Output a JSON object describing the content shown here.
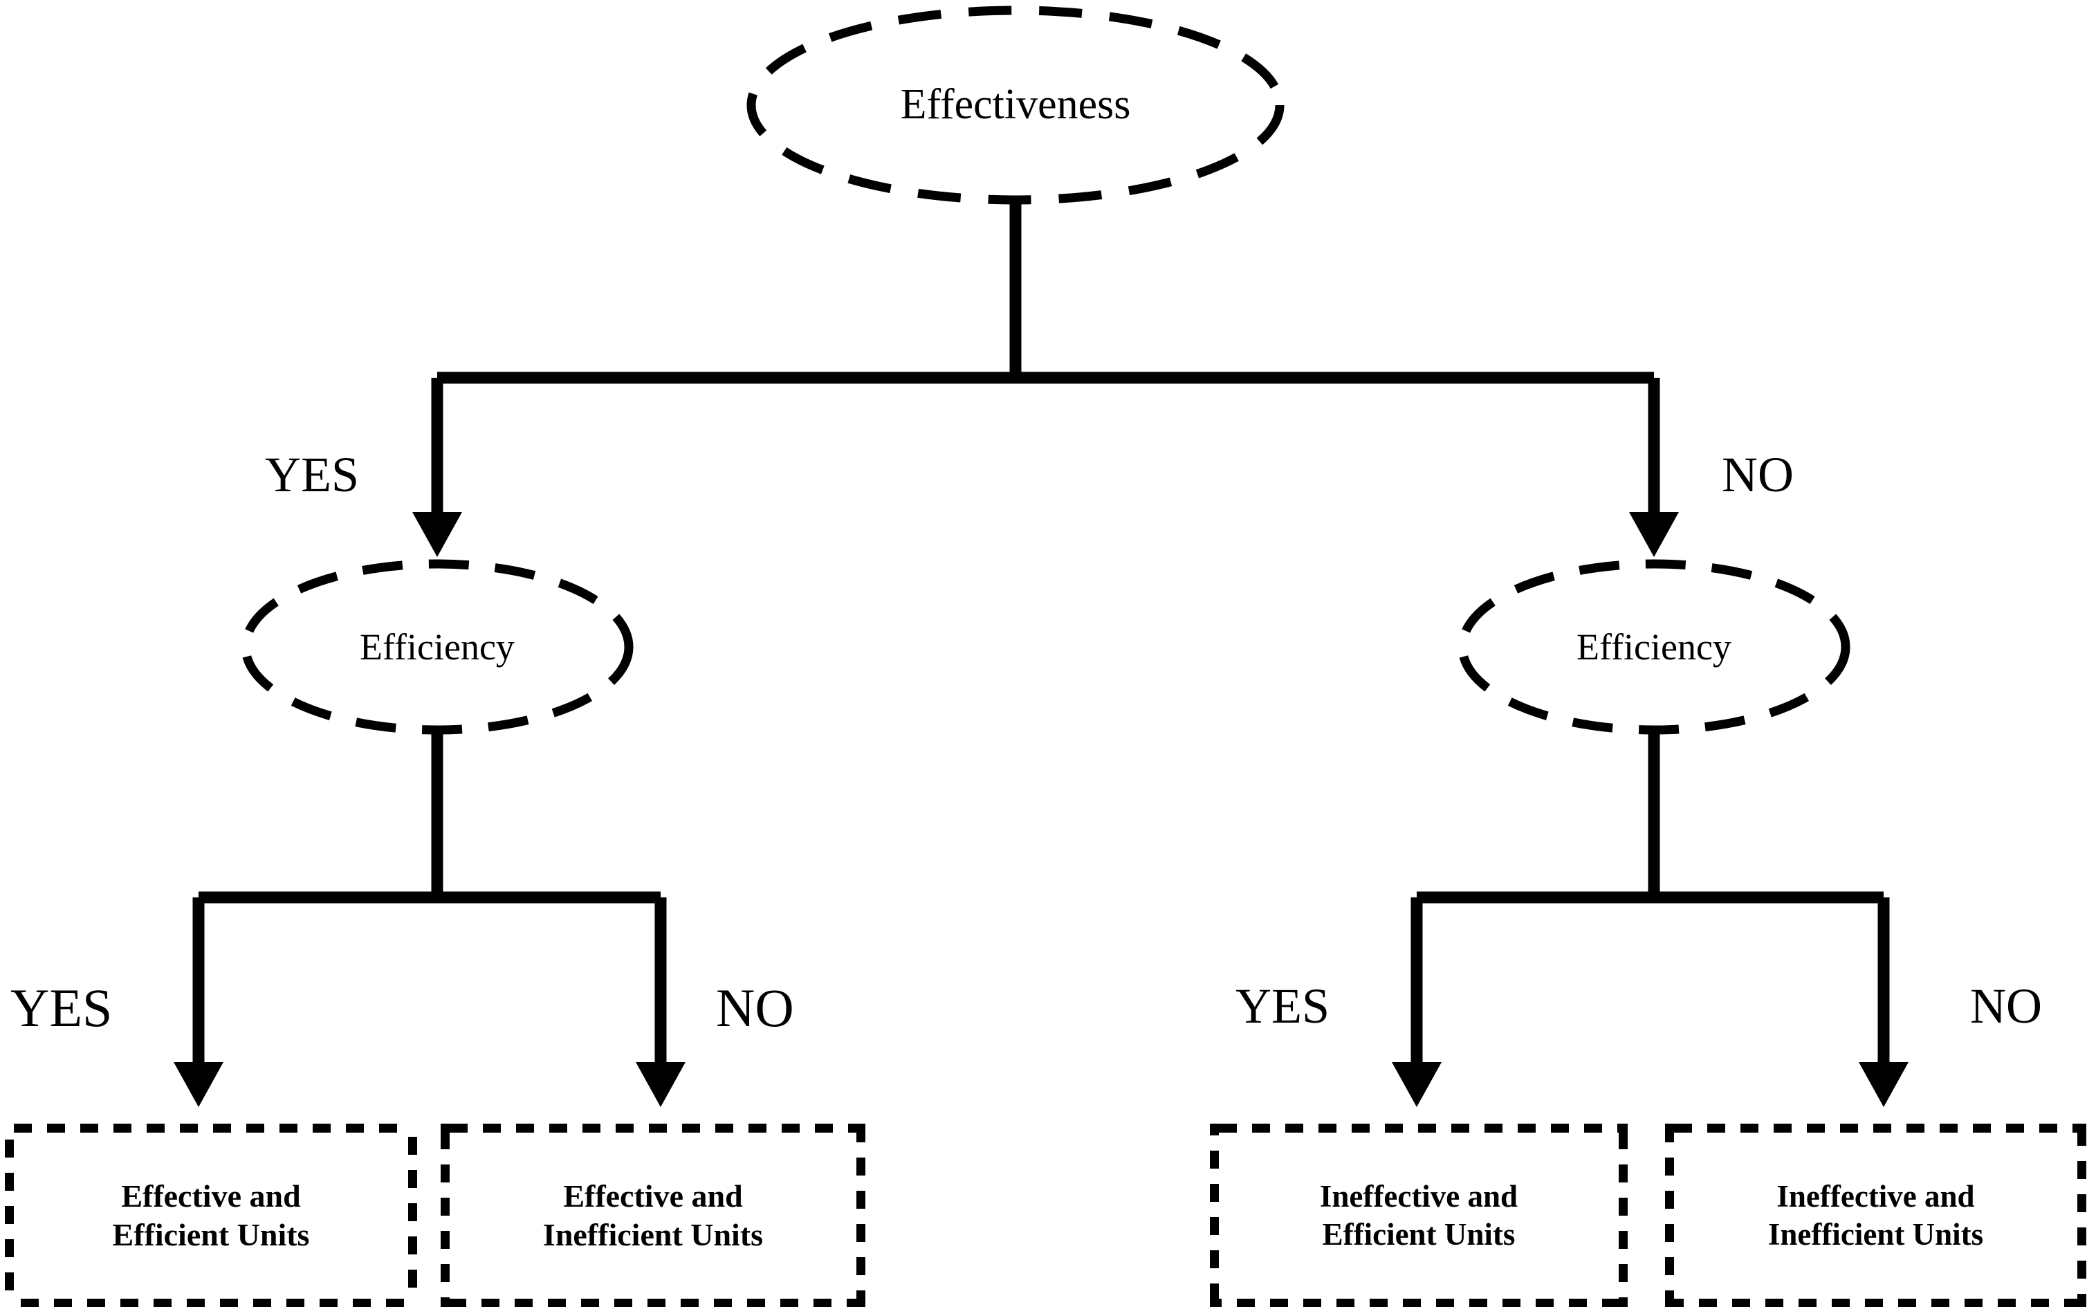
{
  "diagram": {
    "title": "Effectiveness and Efficiency decision tree",
    "type": "decision-tree",
    "background_color": "#ffffff",
    "line_color": "#000000",
    "text_color": "#000000"
  },
  "nodes": {
    "root": {
      "label": "Effectiveness",
      "shape": "ellipse",
      "border_style": "dashed"
    },
    "efficiency_left": {
      "label": "Efficiency",
      "shape": "ellipse",
      "border_style": "dashed"
    },
    "efficiency_right": {
      "label": "Efficiency",
      "shape": "ellipse",
      "border_style": "dashed"
    }
  },
  "leaves": [
    {
      "line1": "Effective and",
      "line2": "Efficient Units",
      "shape": "rectangle",
      "border_style": "dotted"
    },
    {
      "line1": "Effective and",
      "line2": "Inefficient Units",
      "shape": "rectangle",
      "border_style": "dotted"
    },
    {
      "line1": "Ineffective and",
      "line2": "Efficient Units",
      "shape": "rectangle",
      "border_style": "dotted"
    },
    {
      "line1": "Ineffective and",
      "line2": "Inefficient Units",
      "shape": "rectangle",
      "border_style": "dotted"
    }
  ],
  "edge_labels": {
    "root_yes": "YES",
    "root_no": "NO",
    "left_yes": "YES",
    "left_no": "NO",
    "right_yes": "YES",
    "right_no": "NO"
  }
}
